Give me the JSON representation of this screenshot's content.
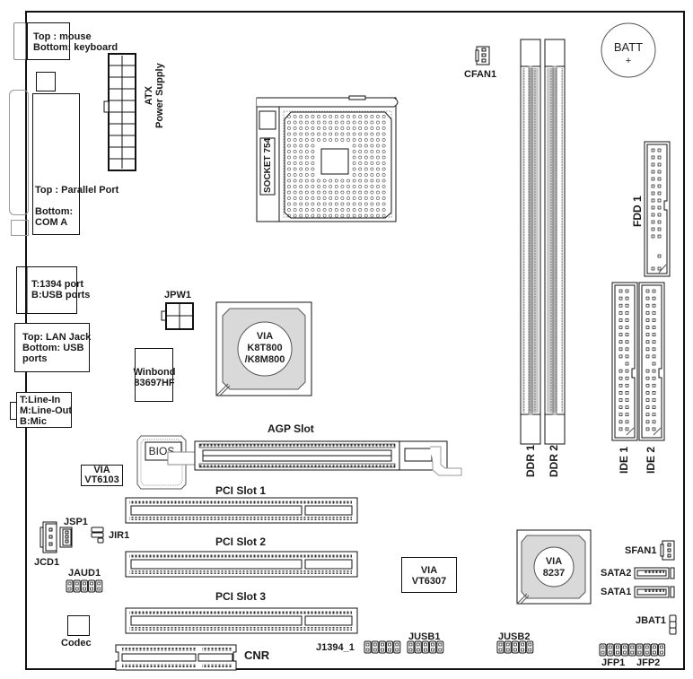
{
  "board": {
    "rear_io": {
      "ps2": "Top : mouse\nBottom: keyboard",
      "parallel_top": "Top : Parallel Port",
      "parallel_bottom": "Bottom:\nCOM A",
      "ieee1394": "T:1394 port\nB:USB ports",
      "lan": "Top: LAN Jack\nBottom: USB\nports",
      "audio": "T:Line-In\nM:Line-Out\nB:Mic"
    },
    "power": {
      "atx_line1": "ATX",
      "atx_line2": "Power Supply",
      "jpw1": "JPW1"
    },
    "cpu": {
      "socket": "SOCKET 754",
      "cfan": "CFAN1"
    },
    "battery": {
      "label": "BATT",
      "polarity": "+"
    },
    "memory": {
      "ddr1": "DDR 1",
      "ddr2": "DDR 2"
    },
    "storage": {
      "fdd": "FDD 1",
      "ide1": "IDE 1",
      "ide2": "IDE 2",
      "sata1": "SATA1",
      "sata2": "SATA2"
    },
    "chips": {
      "northbridge_l1": "VIA",
      "northbridge_l2": "K8T800",
      "northbridge_l3": "/K8M800",
      "superio_l1": "Winbond",
      "superio_l2": "83697HF",
      "bios": "BIOS",
      "lan_chip_l1": "VIA",
      "lan_chip_l2": "VT6103",
      "firewire_l1": "VIA",
      "firewire_l2": "VT6307",
      "southbridge_l1": "VIA",
      "southbridge_l2": "8237",
      "codec": "Codec"
    },
    "slots": {
      "agp": "AGP Slot",
      "pci1": "PCI Slot 1",
      "pci2": "PCI Slot 2",
      "pci3": "PCI Slot 3",
      "cnr": "CNR"
    },
    "headers": {
      "jsp1": "JSP1",
      "jir1": "JIR1",
      "jcd1": "JCD1",
      "jaud1": "JAUD1",
      "j1394": "J1394_1",
      "jusb1": "JUSB1",
      "jusb2": "JUSB2",
      "sfan1": "SFAN1",
      "jbat1": "JBAT1",
      "jfp1": "JFP1",
      "jfp2": "JFP2"
    }
  }
}
